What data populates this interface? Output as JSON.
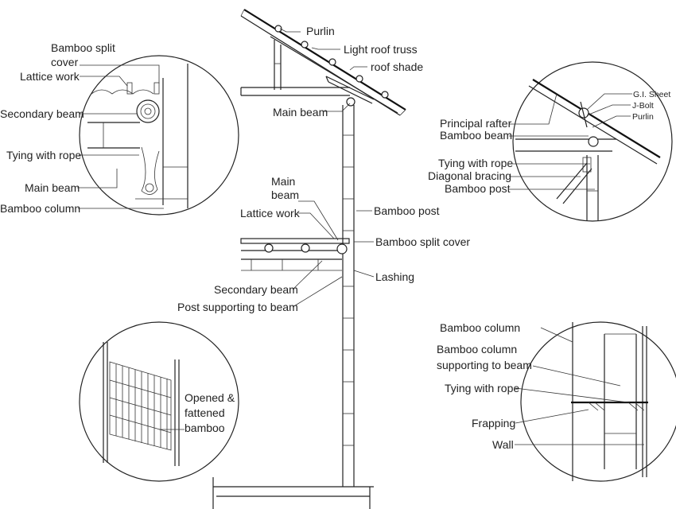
{
  "main_section": {
    "purlin": "Purlin",
    "light_roof_truss": "Light roof truss",
    "roof_shade": "roof shade",
    "main_beam_top": "Main beam",
    "main_beam_mid_line1": "Main",
    "main_beam_mid_line2": "beam",
    "lattice_work": "Lattice work",
    "bamboo_post": "Bamboo post",
    "bamboo_split_cover": "Bamboo split cover",
    "lashing": "Lashing",
    "secondary_beam": "Secondary beam",
    "post_supporting_to_beam": "Post supporting to beam"
  },
  "detail_top_left": {
    "bamboo_split_cover_line1": "Bamboo split",
    "bamboo_split_cover_line2": "cover",
    "lattice_work": "Lattice work",
    "secondary_beam": "Secondary beam",
    "tying_with_rope": "Tying with rope",
    "main_beam": "Main beam",
    "bamboo_column": "Bamboo column"
  },
  "detail_top_right": {
    "gi_sheet": "G.I. Sheet",
    "j_bolt": "J-Bolt",
    "purlin": "Purlin",
    "principal_rafter": "Principal rafter",
    "bamboo_beam": "Bamboo beam",
    "tying_with_rope": "Tying with rope",
    "diagonal_bracing": "Diagonal bracing",
    "bamboo_post": "Bamboo post"
  },
  "detail_bottom_left": {
    "opened_line1": "Opened &",
    "opened_line2": "fattened",
    "opened_line3": "bamboo"
  },
  "detail_bottom_right": {
    "bamboo_column": "Bamboo column",
    "supporting_line1": "Bamboo column",
    "supporting_line2": "supporting to beam",
    "tying_with_rope": "Tying with rope",
    "frapping": "Frapping",
    "wall": "Wall"
  }
}
